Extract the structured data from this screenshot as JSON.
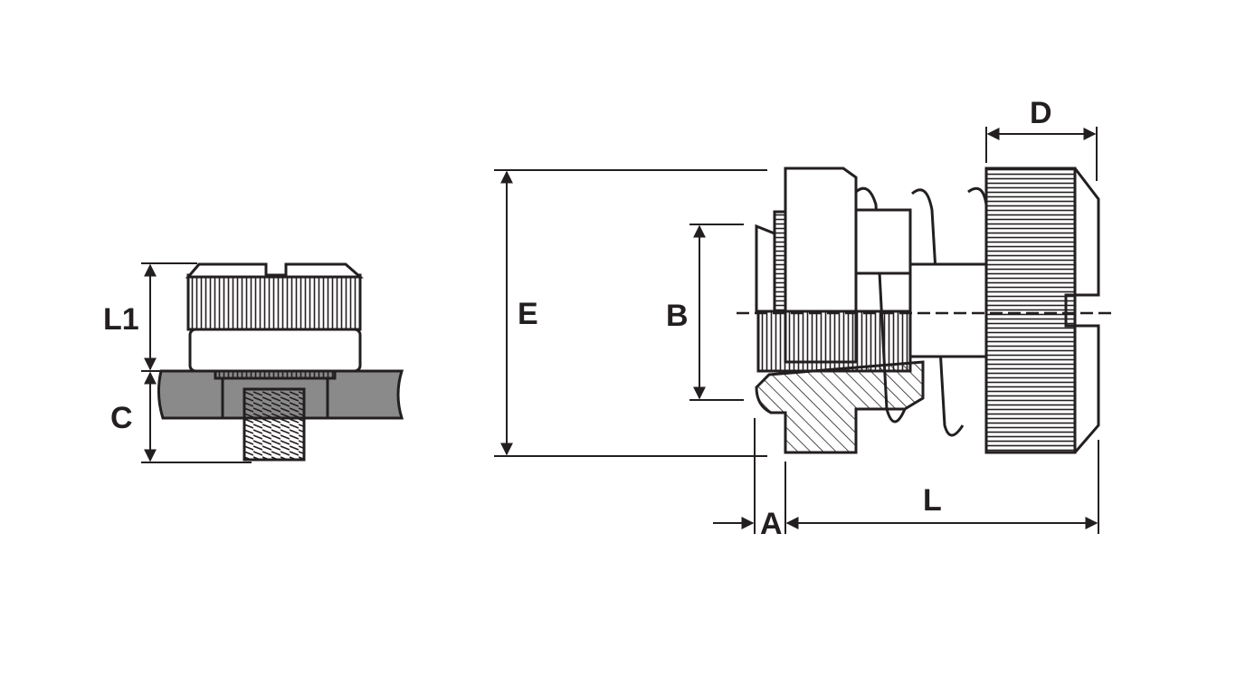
{
  "colors": {
    "ink": "#231f20",
    "panel": "#8a8a8a",
    "paper": "#ffffff"
  },
  "labels": {
    "l1": "L1",
    "c": "C",
    "e": "E",
    "b": "B",
    "d": "D",
    "a": "A",
    "l": "L"
  }
}
